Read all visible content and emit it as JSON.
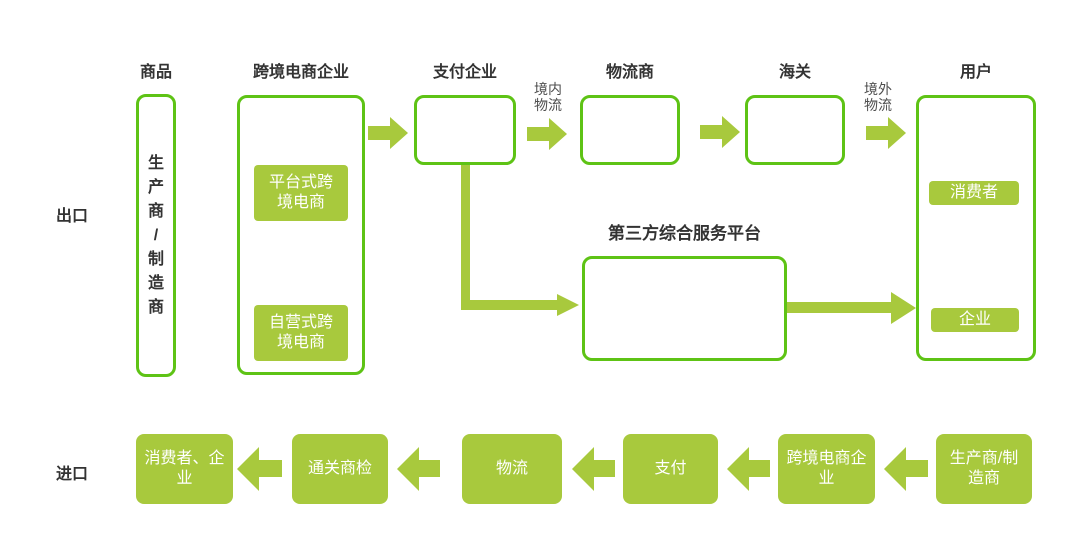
{
  "colors": {
    "outline_green": "#5ec315",
    "fill_green": "#a8c93d",
    "text_dark": "#333333",
    "label_gray": "#4d4d4d",
    "box_text_white": "#ffffff",
    "background": "#ffffff"
  },
  "diagram_type": "flow-diagram",
  "export_section": {
    "row_label": "出口",
    "headers": [
      {
        "label": "商品"
      },
      {
        "label": "跨境电商企业"
      },
      {
        "label": "支付企业"
      },
      {
        "label": "物流商"
      },
      {
        "label": "海关"
      },
      {
        "label": "用户"
      }
    ],
    "goods_box": {
      "text": "生\n产\n商\n/\n制\n造\n商"
    },
    "ecom_box": {
      "platform_type": "平台式跨\n境电商",
      "self_operated_type": "自营式跨\n境电商"
    },
    "flow_labels": {
      "domestic_logistics": "境内\n物流",
      "overseas_logistics": "境外\n物流"
    },
    "platform": {
      "title": "第三方综合服务平台"
    },
    "user_box": {
      "consumer": "消费者",
      "enterprise": "企业"
    }
  },
  "import_section": {
    "row_label": "进口",
    "steps": [
      "消费者、企\n业",
      "通关商检",
      "物流",
      "支付",
      "跨境电商企\n业",
      "生产商/制\n造商"
    ]
  }
}
